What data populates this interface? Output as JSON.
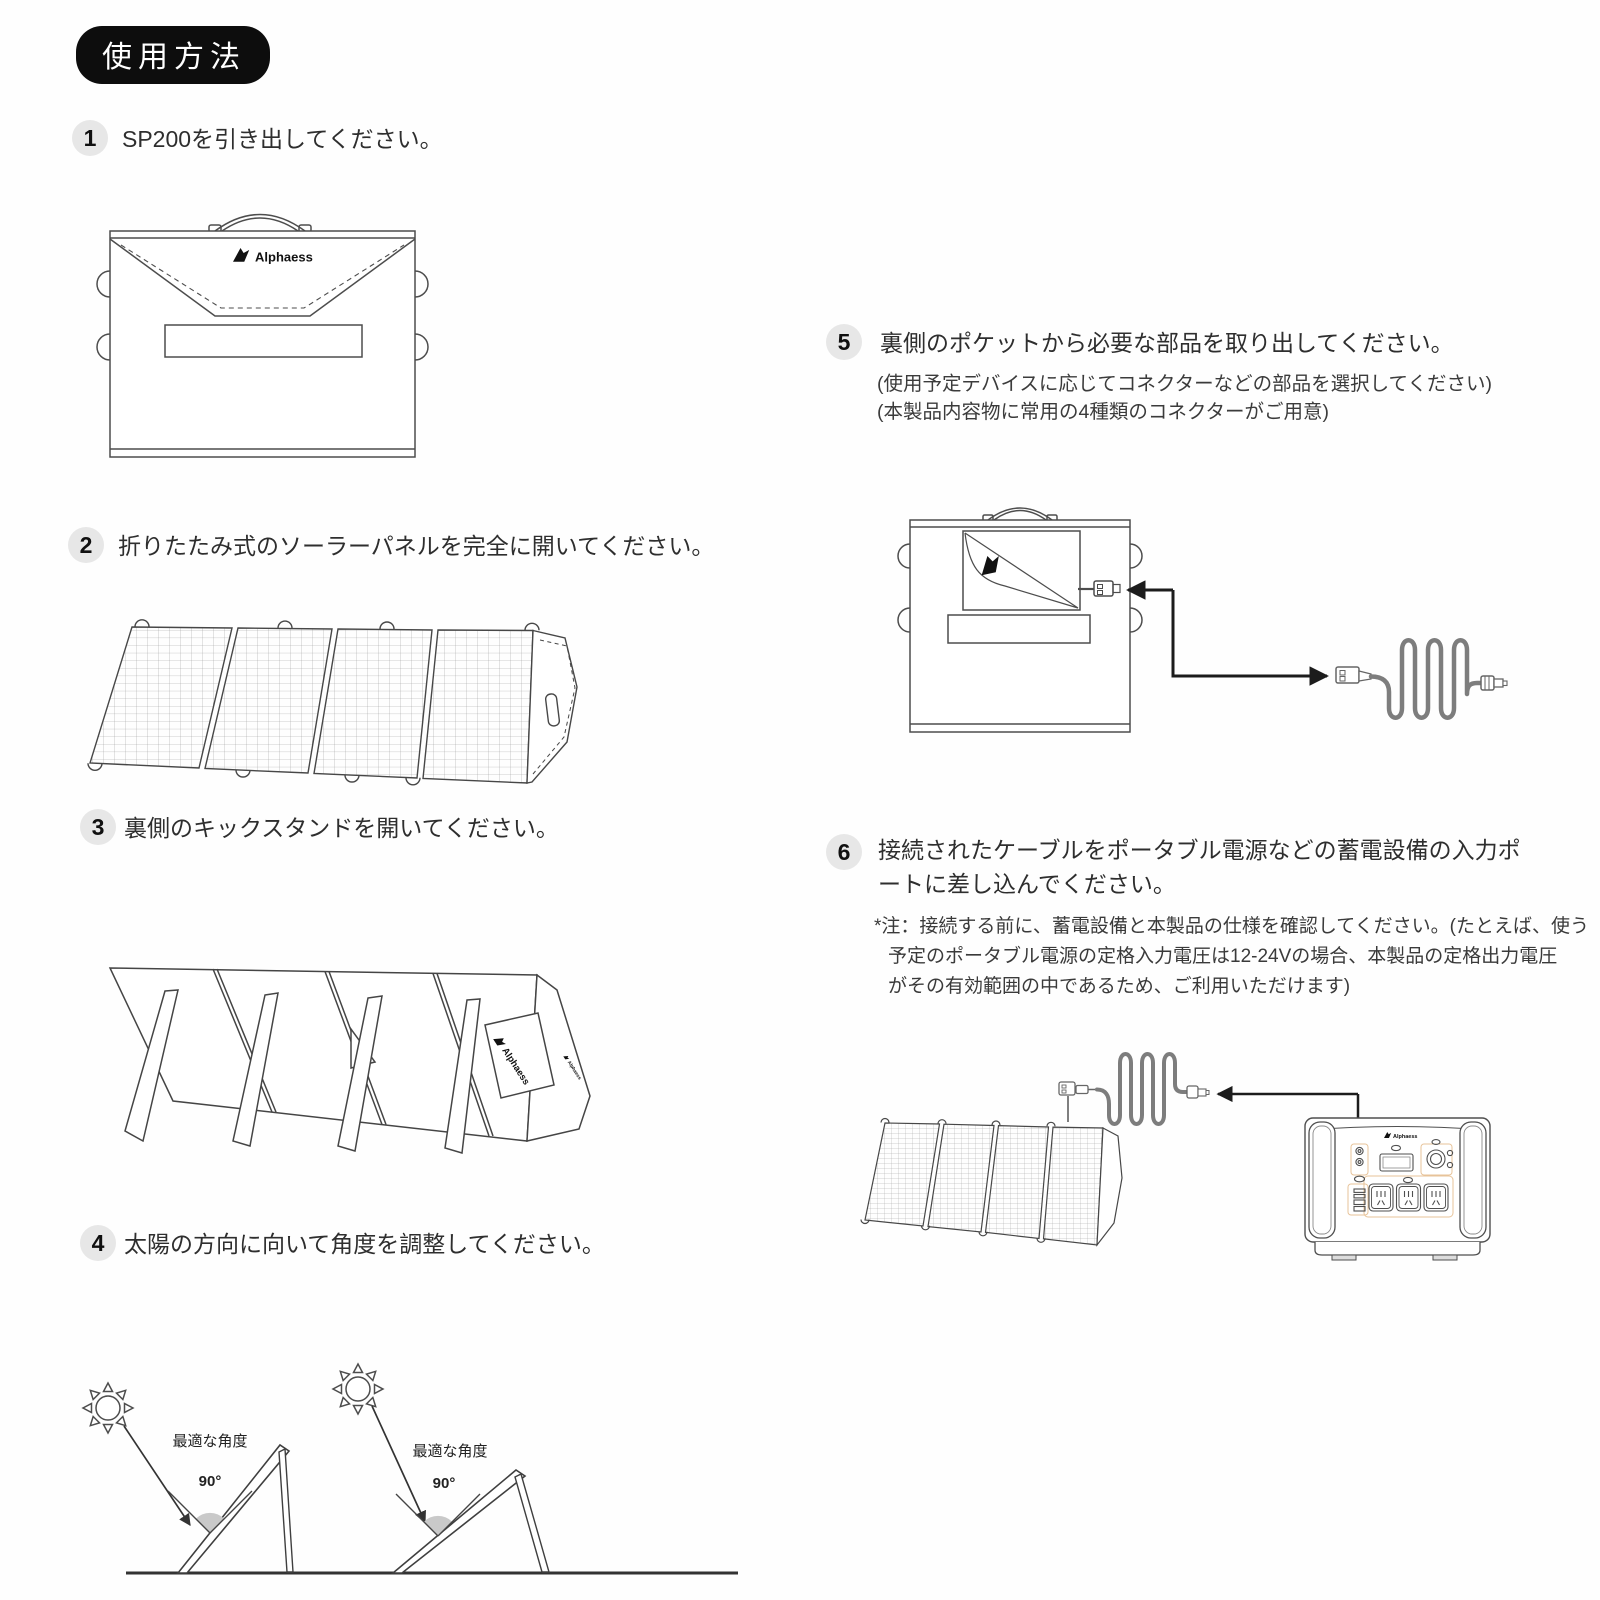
{
  "header": {
    "title": "使用方法"
  },
  "brand": {
    "name": "Alphaess"
  },
  "steps": [
    {
      "num": "1",
      "text": "SP200を引き出してください。"
    },
    {
      "num": "2",
      "text": "折りたたみ式のソーラーパネルを完全に開いてください。"
    },
    {
      "num": "3",
      "text": "裏側のキックスタンドを開いてください。"
    },
    {
      "num": "4",
      "text": "太陽の方向に向いて角度を調整してください。"
    },
    {
      "num": "5",
      "text": "裏側のポケットから必要な部品を取り出してください。",
      "notes": [
        "(使用予定デバイスに応じてコネクターなどの部品を選択してください)",
        "(本製品内容物に常用の4種類のコネクターがご用意)"
      ]
    },
    {
      "num": "6",
      "text": "接続されたケーブルをポータブル電源などの蓄電設備の入力ポートに差し込んでください。",
      "note_lines": [
        "*注：接続する前に、蓄電設備と本製品の仕様を確認してください。(たとえば、使う",
        "予定のポータブル電源の定格入力電圧は12-24Vの場合、本製品の定格出力電圧",
        "がその有効範囲の中であるため、ご利用いただけます)"
      ]
    }
  ],
  "diagram_sun": {
    "angle_label": "最適な角度",
    "angle_value": "90°"
  },
  "colors": {
    "header_bg": "#0d0d0d",
    "header_fg": "#ffffff",
    "step_circle_bg": "#e7e7e7",
    "line_art": "#4d4d4d",
    "cable": "#7d7d7d",
    "arrow": "#1c1c1c",
    "accent_highlight": "#e0b078"
  }
}
